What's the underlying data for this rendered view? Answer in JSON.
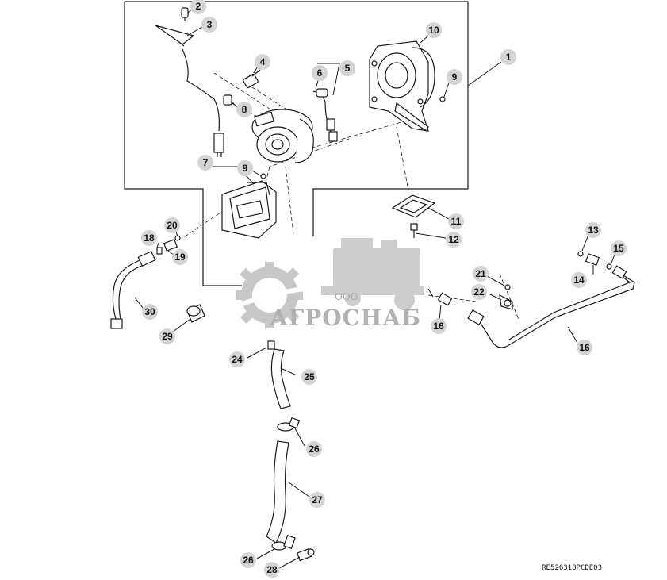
{
  "diagram": {
    "reference_code": "RE526318PCDE03",
    "callouts": [
      {
        "id": "c1",
        "label": "1"
      },
      {
        "id": "c2",
        "label": "2"
      },
      {
        "id": "c3",
        "label": "3"
      },
      {
        "id": "c4",
        "label": "4"
      },
      {
        "id": "c5",
        "label": "5"
      },
      {
        "id": "c6",
        "label": "6"
      },
      {
        "id": "c7",
        "label": "7"
      },
      {
        "id": "c8",
        "label": "8"
      },
      {
        "id": "c9a",
        "label": "9"
      },
      {
        "id": "c9b",
        "label": "9"
      },
      {
        "id": "c10",
        "label": "10"
      },
      {
        "id": "c11",
        "label": "11"
      },
      {
        "id": "c12",
        "label": "12"
      },
      {
        "id": "c13",
        "label": "13"
      },
      {
        "id": "c14",
        "label": "14"
      },
      {
        "id": "c15",
        "label": "15"
      },
      {
        "id": "c16a",
        "label": "16"
      },
      {
        "id": "c16b",
        "label": "16"
      },
      {
        "id": "c18",
        "label": "18"
      },
      {
        "id": "c19",
        "label": "19"
      },
      {
        "id": "c20",
        "label": "20"
      },
      {
        "id": "c21",
        "label": "21"
      },
      {
        "id": "c22",
        "label": "22"
      },
      {
        "id": "c24",
        "label": "24"
      },
      {
        "id": "c25",
        "label": "25"
      },
      {
        "id": "c26a",
        "label": "26"
      },
      {
        "id": "c26b",
        "label": "26"
      },
      {
        "id": "c27",
        "label": "27"
      },
      {
        "id": "c28",
        "label": "28"
      },
      {
        "id": "c29",
        "label": "29"
      },
      {
        "id": "c30",
        "label": "30"
      }
    ]
  },
  "watermark": {
    "prefix": "ООО",
    "name": "АГРОСНАБ"
  },
  "colors": {
    "line": "#1a1a1a",
    "callout_fill": "#d4d4d4",
    "watermark": "#b5b5b5"
  }
}
